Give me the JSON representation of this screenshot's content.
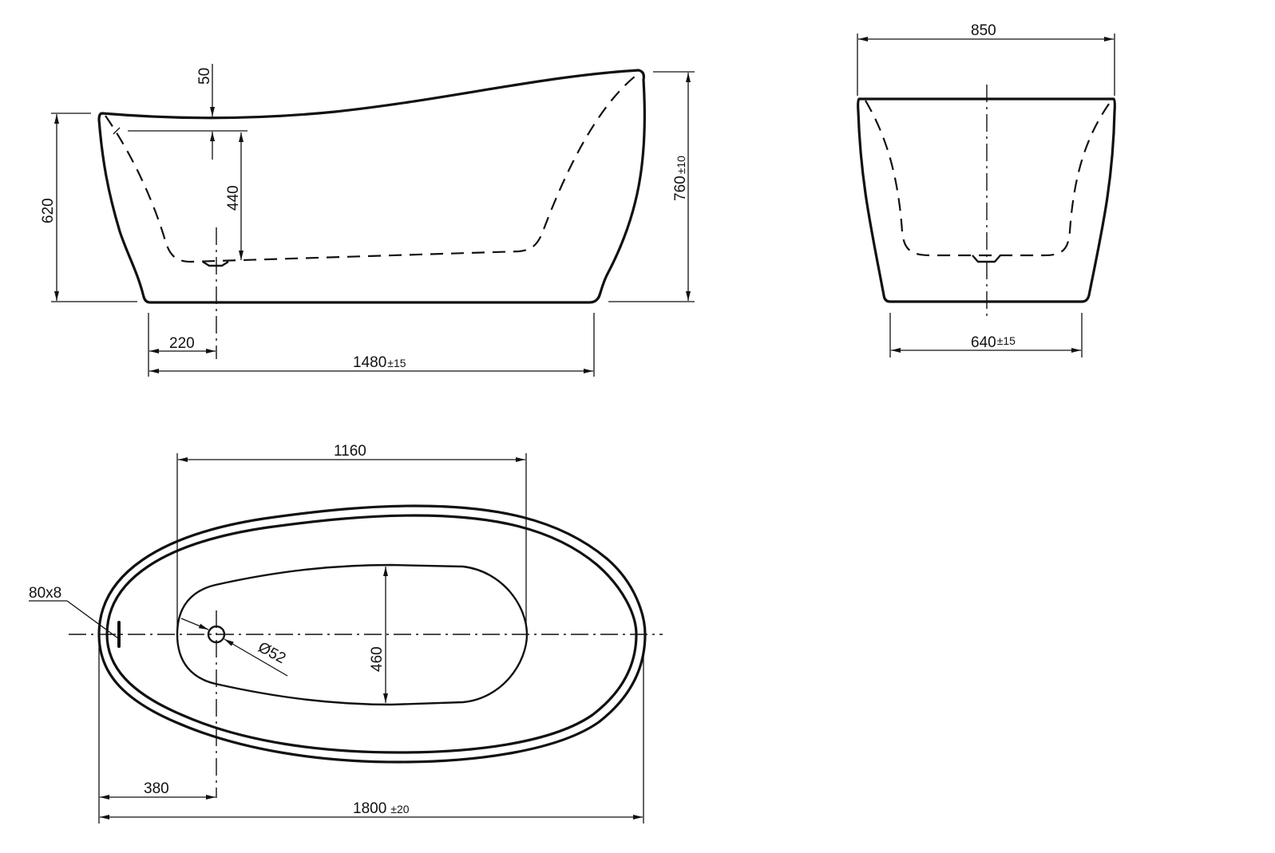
{
  "drawing": {
    "subject": "Freestanding bathtub technical drawing",
    "units": "mm",
    "views": {
      "side_elevation": {
        "dimensions": {
          "overflow_offset": "50",
          "inner_depth": "440",
          "rim_height_low": "620",
          "rim_height_high": "760",
          "rim_height_high_tol": "±10",
          "drain_offset": "220",
          "base_length": "1480",
          "base_length_tol": "±15"
        }
      },
      "end_elevation": {
        "dimensions": {
          "top_width": "850",
          "base_width": "640",
          "base_width_tol": "±15"
        }
      },
      "plan_view": {
        "dimensions": {
          "inner_length": "1160",
          "overflow_slot": "80x8",
          "drain_diameter": "Ø52",
          "inner_width": "460",
          "drain_offset": "380",
          "overall_length": "1800",
          "overall_length_tol": "±20"
        }
      }
    }
  }
}
